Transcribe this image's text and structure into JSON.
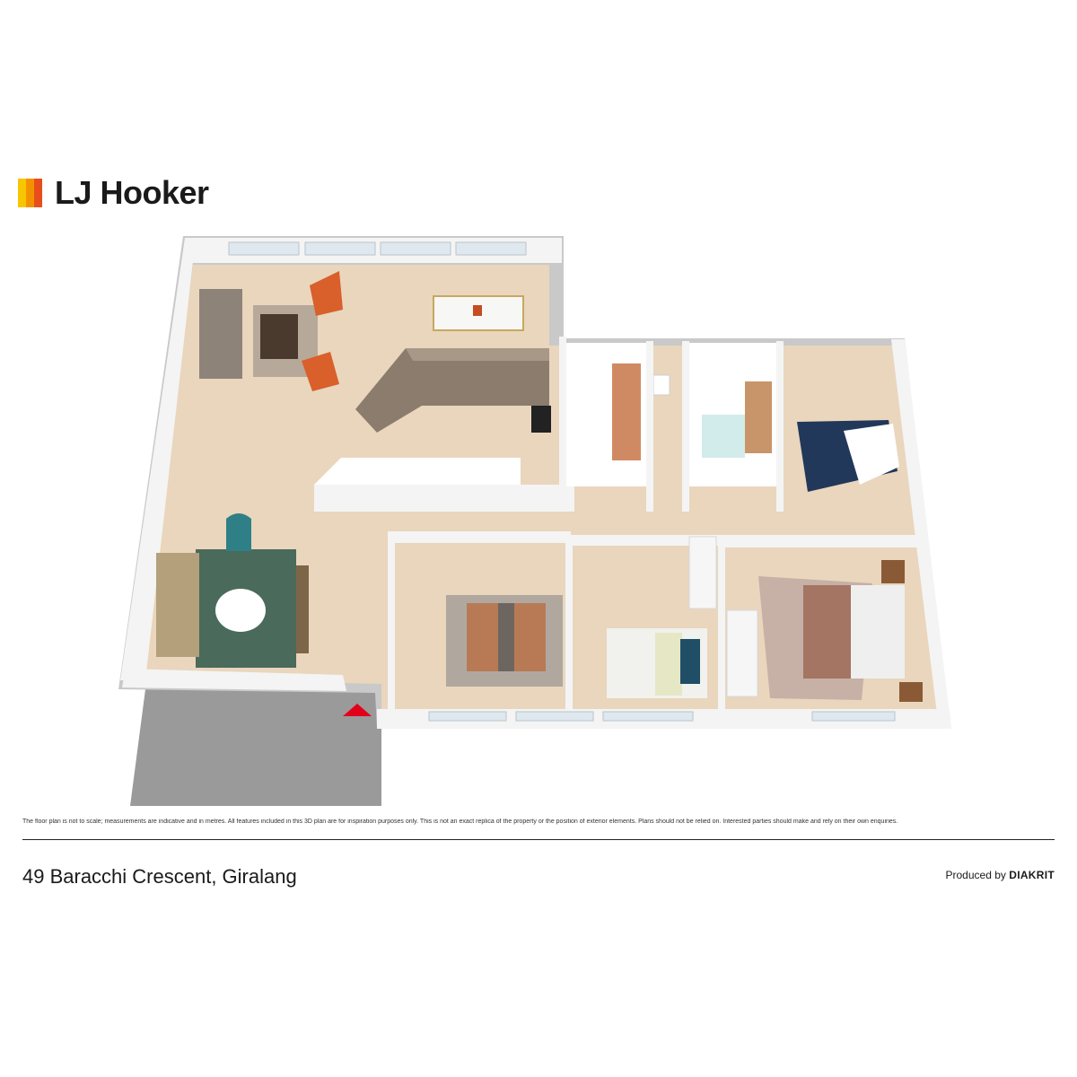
{
  "brand": {
    "name": "LJ Hooker",
    "mark_colors": [
      "#f7c600",
      "#f39200",
      "#e84e1b"
    ]
  },
  "plan": {
    "entry_marker": "entry-arrow",
    "colors": {
      "floor": "#e9d6bd",
      "wall": "#f4f4f4",
      "wall_shade": "#c9c9c9",
      "deck": "#9a9a9a",
      "entry": "#e3001b",
      "bed_navy": "#21385a",
      "rug_green": "#4a6a5b",
      "accent_orange": "#d95f2b",
      "accent_teal": "#2f7f86"
    }
  },
  "footer": {
    "disclaimer": "The floor plan is not to scale; measurements are indicative and in metres. All features included in this 3D plan are for inspiration purposes only. This is not an exact replica of the property or the position of exterior elements. Plans should not be relied on. Interested parties should make and rely on their own enquiries.",
    "address": "49 Baracchi Crescent, Giralang",
    "produced_by_label": "Produced by",
    "producer": "DIAKRIT"
  }
}
